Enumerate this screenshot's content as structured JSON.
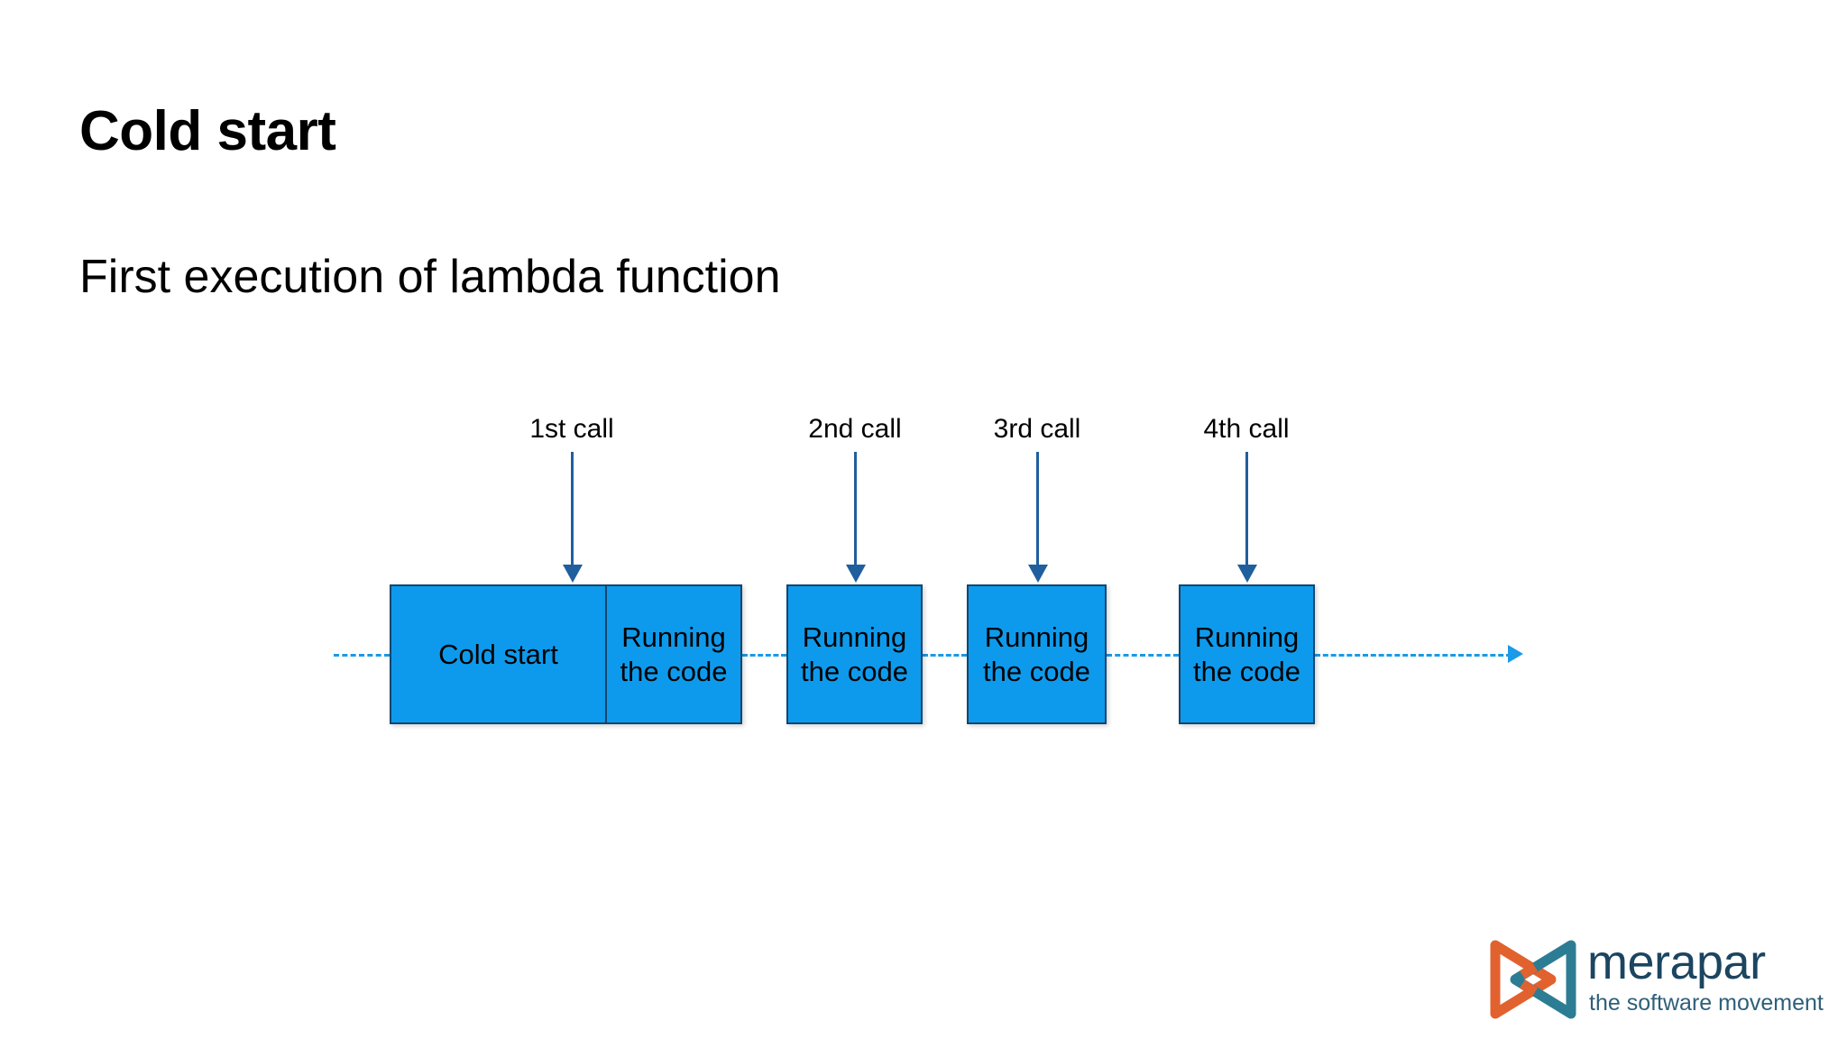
{
  "slide": {
    "title": "Cold start",
    "subtitle": "First execution of lambda function"
  },
  "diagram": {
    "type": "timeline",
    "baseline_color": "#1a9ae8",
    "arrow_color": "#1f5f9e",
    "box_fill": "#0e9aec",
    "box_border": "#14466e",
    "calls": [
      {
        "label": "1st call"
      },
      {
        "label": "2nd call"
      },
      {
        "label": "3rd call"
      },
      {
        "label": "4th call"
      }
    ],
    "boxes": [
      {
        "line1": "Cold start",
        "line2": ""
      },
      {
        "line1": "Running",
        "line2": "the code"
      },
      {
        "line1": "Running",
        "line2": "the code"
      },
      {
        "line1": "Running",
        "line2": "the code"
      },
      {
        "line1": "Running",
        "line2": "the code"
      }
    ]
  },
  "logo": {
    "name": "merapar",
    "tagline": "the software movement",
    "mark_color_left": "#e1622f",
    "mark_color_right": "#2c7d94",
    "wordmark_color": "#1b4560"
  }
}
